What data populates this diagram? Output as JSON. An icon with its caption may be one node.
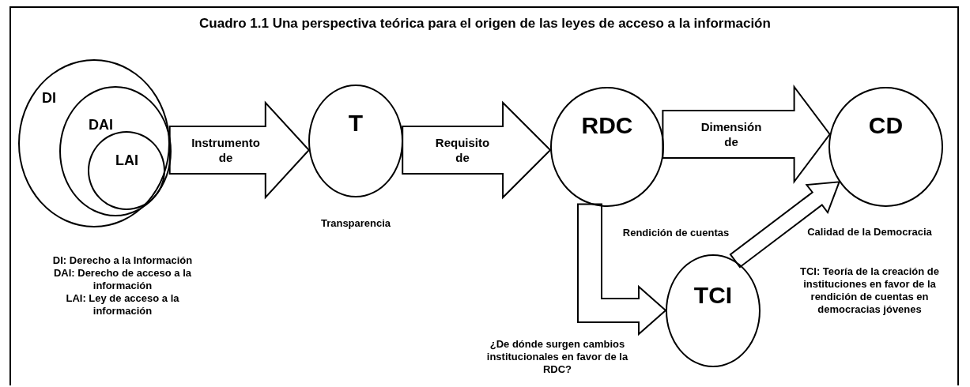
{
  "diagram": {
    "title": "Cuadro 1.1 Una perspectiva teórica para el origen de las leyes de acceso a la información",
    "nodes": [
      {
        "text": [
          "DI"
        ]
      },
      {
        "text": [
          "DAI"
        ],
        "in": 0
      },
      {
        "text": [
          "LAI"
        ],
        "in": 1
      },
      {
        "text": [
          "T"
        ],
        "beside": [
          "Transparencia"
        ]
      },
      {
        "text": [
          "RDC"
        ],
        "beside": [
          "Rendición de cuentas"
        ]
      },
      {
        "text": [
          "CD"
        ],
        "beside": [
          "Calidad de la Democracia"
        ]
      },
      {
        "text": [
          "TCI"
        ]
      }
    ],
    "edges": [
      {
        "from": 0,
        "to": 3,
        "arrow": "to",
        "label": "Instrumento de"
      },
      {
        "from": 3,
        "to": 4,
        "arrow": "to",
        "label": "Requisito de"
      },
      {
        "from": 4,
        "to": 5,
        "arrow": "to",
        "label": "Dimensión de"
      },
      {
        "from": 4,
        "to": 6,
        "arrow": "to"
      },
      {
        "from": 6,
        "to": 5,
        "arrow": "to"
      }
    ],
    "labels": [
      "DI: Derecho a la Información",
      "DAI: Derecho de acceso a la información",
      "LAI: Ley de acceso a la información",
      "¿De dónde surgen cambios institucionales en favor de la RDC?",
      "TCI: Teoría de la creación de instituciones en favor de la rendición de cuentas en democracias jóvenes"
    ]
  }
}
